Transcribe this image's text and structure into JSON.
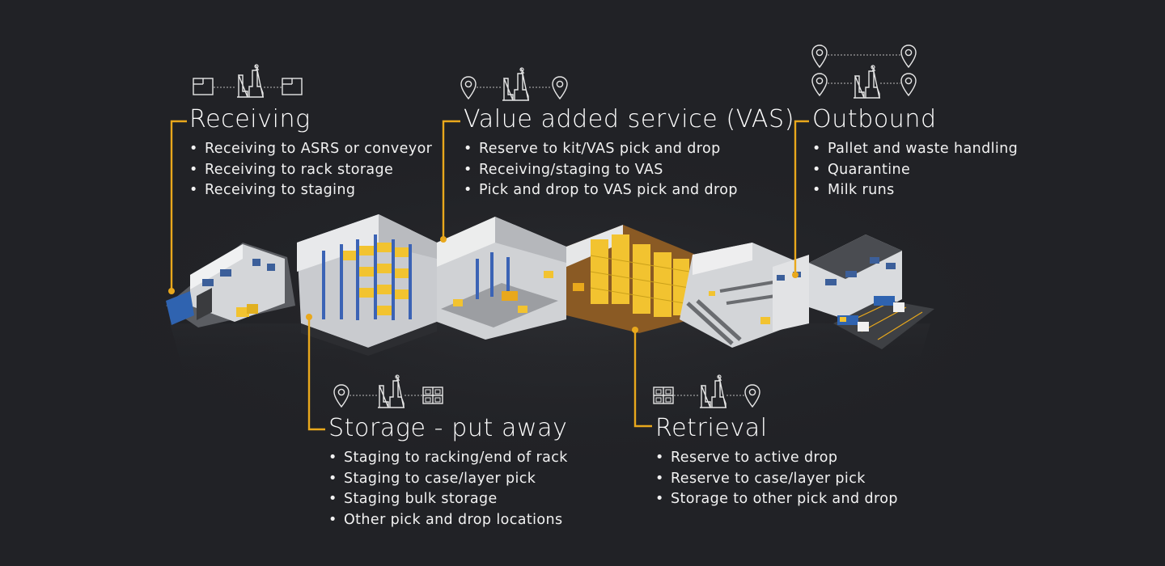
{
  "sections": {
    "receiving": {
      "title": "Receiving",
      "items": [
        "Receiving to ASRS or conveyor",
        "Receiving to rack storage",
        "Receiving to staging"
      ],
      "icons": [
        "box-icon",
        "forklift-icon",
        "box-icon"
      ]
    },
    "vas": {
      "title": "Value added service (VAS)",
      "items": [
        "Reserve to kit/VAS pick and drop",
        "Receiving/staging to VAS",
        "Pick and drop to VAS pick and drop"
      ],
      "icons": [
        "location-pin-icon",
        "forklift-icon",
        "location-pin-icon"
      ]
    },
    "outbound": {
      "title": "Outbound",
      "items": [
        "Pallet and waste handling",
        "Quarantine",
        "Milk runs"
      ],
      "icons": [
        "location-pin-icon",
        "location-pin-icon",
        "location-pin-icon",
        "forklift-icon",
        "location-pin-icon"
      ]
    },
    "storage": {
      "title": "Storage - put away",
      "items": [
        "Staging to racking/end of rack",
        "Staging to case/layer pick",
        "Staging bulk storage",
        "Other pick and drop locations"
      ],
      "icons": [
        "location-pin-icon",
        "forklift-icon",
        "rack-icon"
      ]
    },
    "retrieval": {
      "title": "Retrieval",
      "items": [
        "Reserve to active drop",
        "Reserve to case/layer pick",
        "Storage to other pick and drop"
      ],
      "icons": [
        "rack-icon",
        "forklift-icon",
        "location-pin-icon"
      ]
    }
  },
  "colors": {
    "background": "#212226",
    "accent": "#e9a81c",
    "text": "#ffffff",
    "box": "#f2c330",
    "rack": "#3b63b5"
  }
}
